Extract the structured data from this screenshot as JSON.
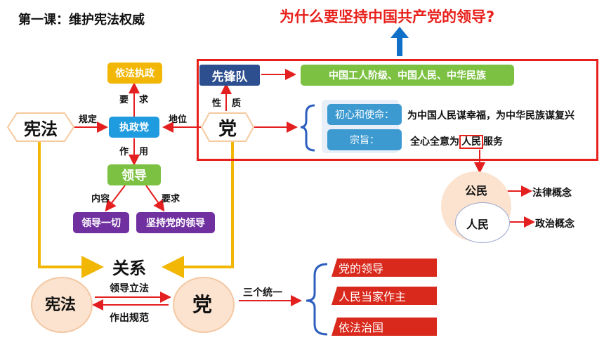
{
  "header": {
    "lesson_title": "第一课：维护宪法权威",
    "question": "为什么要坚持中国共产党的领导?"
  },
  "left_diagram": {
    "constitution": "宪法",
    "ruling_party": "执政党",
    "party": "党",
    "rule_by_law": "依法执政",
    "leadership": "领导",
    "lead_all": "领导一切",
    "uphold_leadership": "坚持党的领导",
    "label_define": "规定",
    "label_status": "地位",
    "label_require_1": "要",
    "label_require_2": "求",
    "label_function_1": "作",
    "label_function_2": "用",
    "label_content": "内容",
    "label_require": "要求"
  },
  "red_box": {
    "vanguard": "先锋队",
    "vanguard_desc": "中国工人阶级、中国人民、中华民族",
    "nature_1": "性",
    "nature_2": "质",
    "party": "党",
    "mission_label": "初心和使命：",
    "mission_text": "为中国人民谋幸福，为中华民族谋复兴",
    "purpose_label": "宗旨：",
    "purpose_text_pre": "全心全意为",
    "purpose_text_highlight": "人民",
    "purpose_text_post": "服务"
  },
  "people": {
    "citizen": "公民",
    "people": "人民",
    "legal_concept": "法律概念",
    "political_concept": "政治概念"
  },
  "bottom": {
    "relation": "关系",
    "constitution": "宪法",
    "party": "党",
    "lead_legislation": "领导立法",
    "make_norms": "作出规范",
    "three_unity": "三个统一",
    "items": [
      "党的领导",
      "人民当家作主",
      "依法治国"
    ]
  },
  "colors": {
    "yellow": "#f2b705",
    "blue": "#1f9be0",
    "green": "#7cc142",
    "purple": "#7030a0",
    "red": "#e8201b",
    "arrow_red": "#e41f1f",
    "orange_circle": "#fbe3cf",
    "dark_blue": "#2e4f8f"
  },
  "icons": [
    "up-arrow-icon",
    "brace-icon"
  ]
}
